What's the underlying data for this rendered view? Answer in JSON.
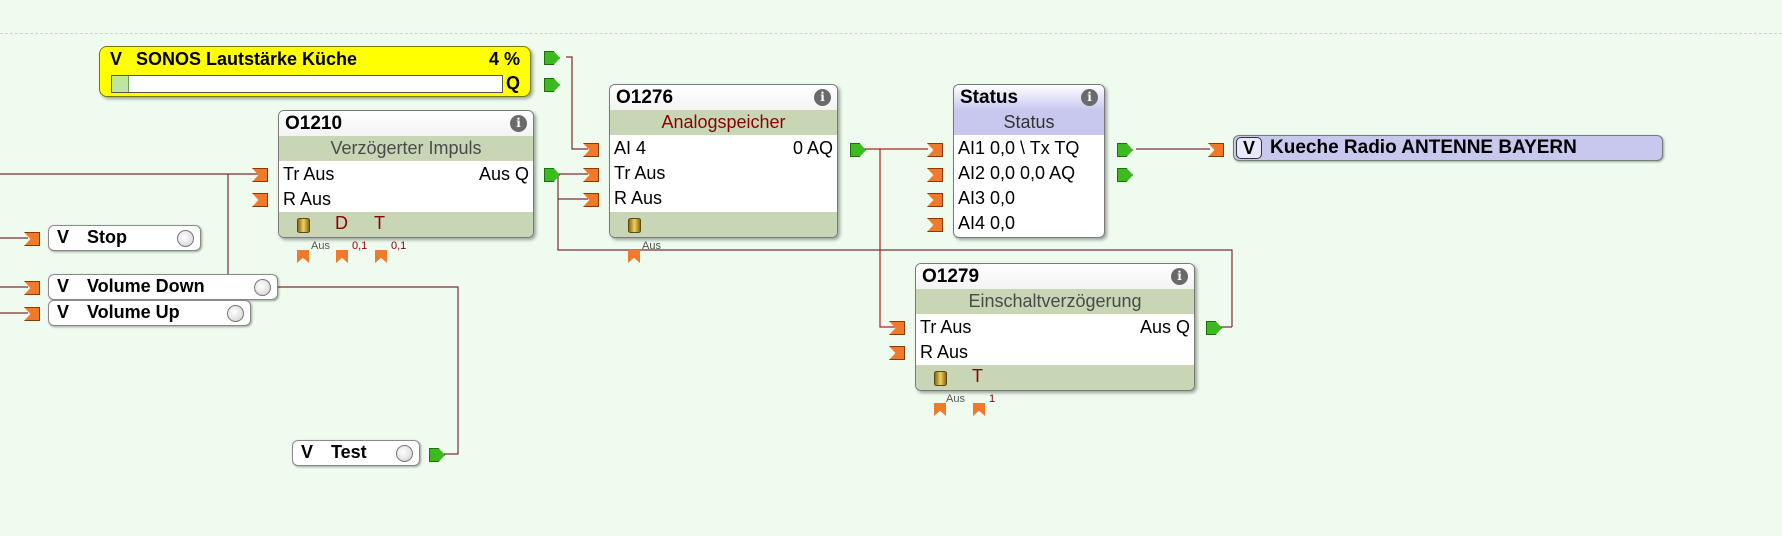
{
  "variables": {
    "sonos": {
      "v": "V",
      "label": "SONOS Lautstärke Küche",
      "value": "4 %",
      "q": "Q",
      "level_percent": 4
    },
    "stop": {
      "v": "V",
      "label": "Stop"
    },
    "volume_down": {
      "v": "V",
      "label": "Volume Down"
    },
    "volume_up": {
      "v": "V",
      "label": "Volume Up"
    },
    "test": {
      "v": "V",
      "label": "Test"
    },
    "kueche": {
      "v": "V",
      "label": "Kueche Radio ANTENNE BAYERN"
    }
  },
  "blocks": {
    "o1210": {
      "id": "O1210",
      "type": "Verzögerter Impuls",
      "in1": "Tr Aus",
      "in2": "R Aus",
      "out1": "Aus Q",
      "params": [
        "D",
        "T"
      ],
      "pins": [
        "Aus",
        "0,1",
        "0,1"
      ]
    },
    "o1276": {
      "id": "O1276",
      "type": "Analogspeicher",
      "in1": "AI 4",
      "in2": "Tr Aus",
      "in3": "R Aus",
      "out1": "0 AQ",
      "pins": [
        "Aus"
      ]
    },
    "status": {
      "id": "Status",
      "type": "Status",
      "in1": "AI1 0,0 \\ Tx TQ",
      "in2": "AI2 0,0  0,0 AQ",
      "in3": "AI3 0,0",
      "in4": "AI4 0,0"
    },
    "o1279": {
      "id": "O1279",
      "type": "Einschaltverzögerung",
      "in1": "Tr Aus",
      "in2": "R Aus",
      "out1": "Aus Q",
      "params": [
        "T"
      ],
      "pins": [
        "Aus",
        "1"
      ]
    }
  },
  "icons": {
    "info": "info-icon",
    "database": "database-icon"
  },
  "colors": {
    "background": "#eefbee",
    "block_header": "#c9d6b6",
    "variable_highlight": "#ffff00",
    "status_purple": "#c8c8ee",
    "input_port": "#f07a2a",
    "output_port": "#3bbb1f",
    "wire": "#8b2020"
  }
}
